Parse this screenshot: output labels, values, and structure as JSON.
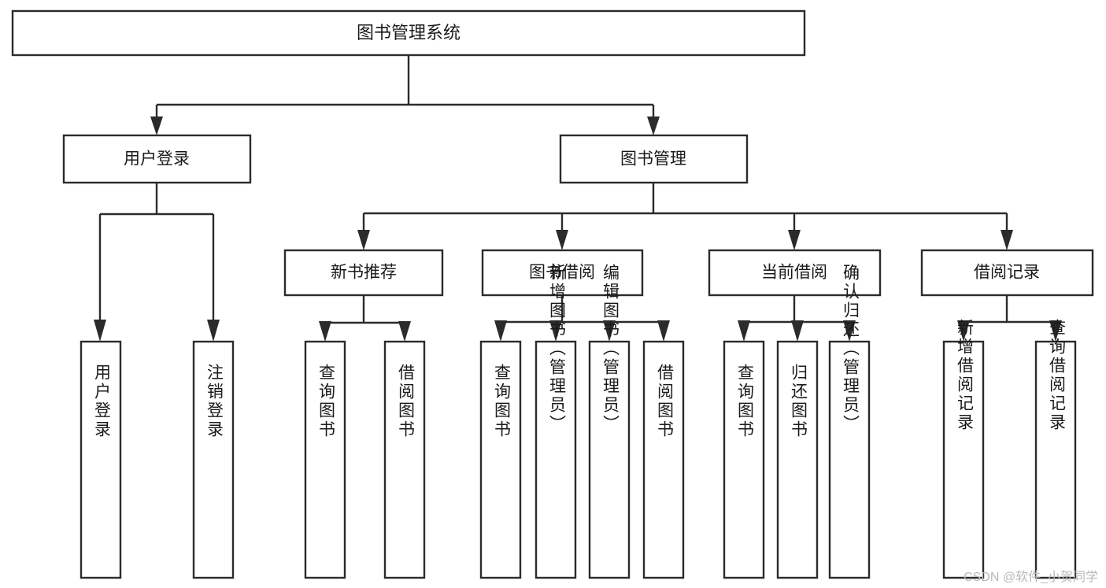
{
  "diagram": {
    "title": "图书管理系统",
    "watermark": "CSDN @软件_小贺同学",
    "levels": {
      "root": {
        "label": "图书管理系统"
      },
      "level2": [
        {
          "label": "用户登录"
        },
        {
          "label": "图书管理"
        }
      ],
      "level3": [
        {
          "label": "新书推荐"
        },
        {
          "label": "图书借阅"
        },
        {
          "label": "当前借阅"
        },
        {
          "label": "借阅记录"
        }
      ],
      "leaves": {
        "user_login": [
          {
            "label": "用户登录"
          },
          {
            "label": "注销登录"
          }
        ],
        "new_book_recommend": [
          {
            "label": "查询图书"
          },
          {
            "label": "借阅图书"
          }
        ],
        "book_borrow": [
          {
            "label": "查询图书"
          },
          {
            "label": "新增图书（管理员）"
          },
          {
            "label": "编辑图书（管理员）"
          },
          {
            "label": "借阅图书"
          }
        ],
        "current_borrow": [
          {
            "label": "查询图书"
          },
          {
            "label": "归还图书"
          },
          {
            "label": "确认归还（管理员）"
          }
        ],
        "borrow_record": [
          {
            "label": "新增借阅记录"
          },
          {
            "label": "查询借阅记录"
          }
        ]
      }
    },
    "colors": {
      "box_stroke": "#2b2b2b",
      "box_fill": "#ffffff",
      "text": "#1a1a1a",
      "watermark": "#b9b9b9",
      "background": "#ffffff"
    }
  }
}
